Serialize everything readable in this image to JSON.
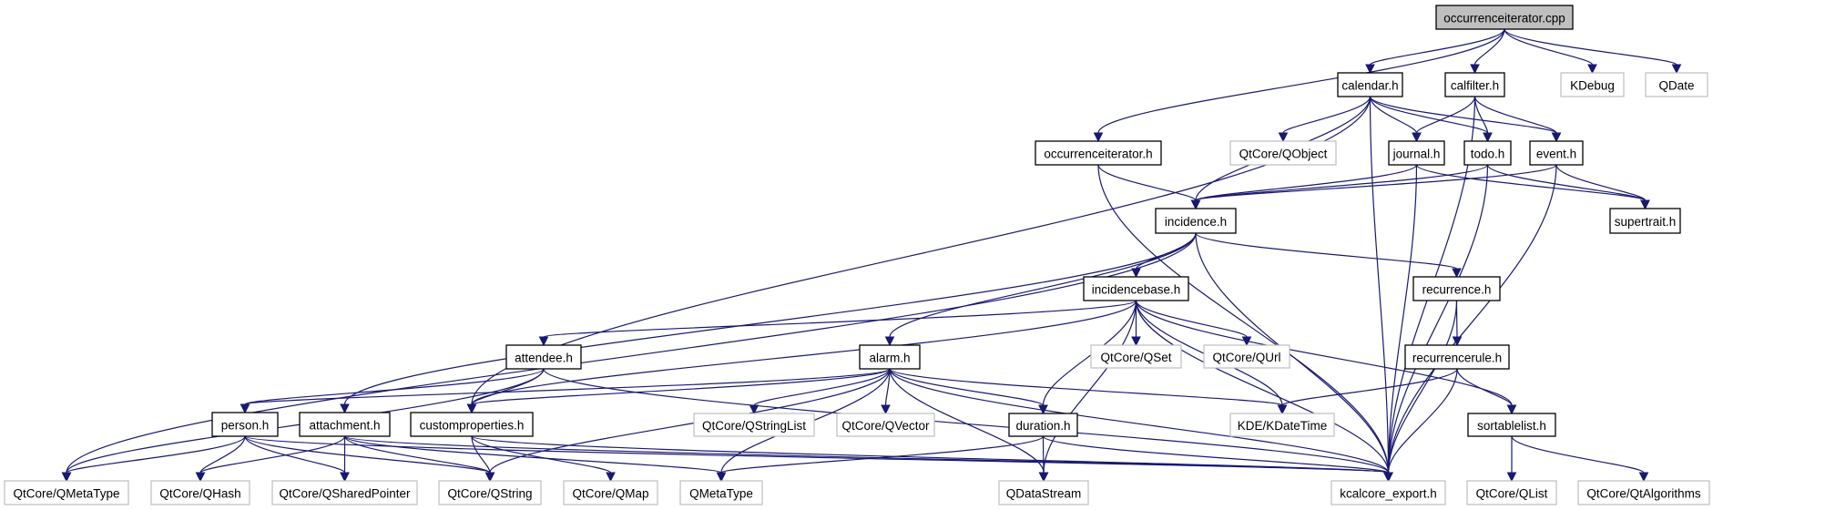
{
  "diagram": {
    "title": "occurrenceiterator.cpp include dependency graph",
    "colors": {
      "edge": "#191970",
      "root_fill": "#bfbfbf",
      "node_border": "#000000",
      "external_border": "#bfbfbf",
      "background": "#ffffff"
    },
    "nodes": [
      {
        "id": "occurrenceiterator_cpp",
        "label": "occurrenceiterator.cpp",
        "kind": "root"
      },
      {
        "id": "calendar_h",
        "label": "calendar.h",
        "kind": "internal"
      },
      {
        "id": "calfilter_h",
        "label": "calfilter.h",
        "kind": "internal"
      },
      {
        "id": "KDebug",
        "label": "KDebug",
        "kind": "external"
      },
      {
        "id": "QDate",
        "label": "QDate",
        "kind": "external"
      },
      {
        "id": "occurrenceiterator_h",
        "label": "occurrenceiterator.h",
        "kind": "internal"
      },
      {
        "id": "QObject",
        "label": "QtCore/QObject",
        "kind": "external"
      },
      {
        "id": "journal_h",
        "label": "journal.h",
        "kind": "internal"
      },
      {
        "id": "todo_h",
        "label": "todo.h",
        "kind": "internal"
      },
      {
        "id": "event_h",
        "label": "event.h",
        "kind": "internal"
      },
      {
        "id": "incidence_h",
        "label": "incidence.h",
        "kind": "internal"
      },
      {
        "id": "supertrait_h",
        "label": "supertrait.h",
        "kind": "internal"
      },
      {
        "id": "incidencebase_h",
        "label": "incidencebase.h",
        "kind": "internal"
      },
      {
        "id": "recurrence_h",
        "label": "recurrence.h",
        "kind": "internal"
      },
      {
        "id": "attendee_h",
        "label": "attendee.h",
        "kind": "internal"
      },
      {
        "id": "alarm_h",
        "label": "alarm.h",
        "kind": "internal"
      },
      {
        "id": "QSet",
        "label": "QtCore/QSet",
        "kind": "external"
      },
      {
        "id": "QUrl",
        "label": "QtCore/QUrl",
        "kind": "external"
      },
      {
        "id": "recurrencerule_h",
        "label": "recurrencerule.h",
        "kind": "internal"
      },
      {
        "id": "person_h",
        "label": "person.h",
        "kind": "internal"
      },
      {
        "id": "attachment_h",
        "label": "attachment.h",
        "kind": "internal"
      },
      {
        "id": "customproperties_h",
        "label": "customproperties.h",
        "kind": "internal"
      },
      {
        "id": "QStringList",
        "label": "QtCore/QStringList",
        "kind": "external"
      },
      {
        "id": "QVector",
        "label": "QtCore/QVector",
        "kind": "external"
      },
      {
        "id": "duration_h",
        "label": "duration.h",
        "kind": "internal"
      },
      {
        "id": "KDateTime",
        "label": "KDE/KDateTime",
        "kind": "external"
      },
      {
        "id": "sortablelist_h",
        "label": "sortablelist.h",
        "kind": "internal"
      },
      {
        "id": "QtMetaType",
        "label": "QtCore/QMetaType",
        "kind": "external"
      },
      {
        "id": "QHash",
        "label": "QtCore/QHash",
        "kind": "external"
      },
      {
        "id": "QSharedPointer",
        "label": "QtCore/QSharedPointer",
        "kind": "external"
      },
      {
        "id": "QString",
        "label": "QtCore/QString",
        "kind": "external"
      },
      {
        "id": "QMap",
        "label": "QtCore/QMap",
        "kind": "external"
      },
      {
        "id": "QMetaType",
        "label": "QMetaType",
        "kind": "external"
      },
      {
        "id": "QDataStream",
        "label": "QDataStream",
        "kind": "external"
      },
      {
        "id": "kcalcore_export_h",
        "label": "kcalcore_export.h",
        "kind": "external"
      },
      {
        "id": "QList",
        "label": "QtCore/QList",
        "kind": "external"
      },
      {
        "id": "QtAlgorithms",
        "label": "QtCore/QtAlgorithms",
        "kind": "external"
      }
    ],
    "edges": [
      [
        "occurrenceiterator_cpp",
        "calendar_h"
      ],
      [
        "occurrenceiterator_cpp",
        "calfilter_h"
      ],
      [
        "occurrenceiterator_cpp",
        "KDebug"
      ],
      [
        "occurrenceiterator_cpp",
        "QDate"
      ],
      [
        "occurrenceiterator_cpp",
        "occurrenceiterator_h"
      ],
      [
        "calendar_h",
        "customproperties_h"
      ],
      [
        "calendar_h",
        "incidence_h"
      ],
      [
        "calendar_h",
        "QObject"
      ],
      [
        "calendar_h",
        "journal_h"
      ],
      [
        "calendar_h",
        "todo_h"
      ],
      [
        "calendar_h",
        "event_h"
      ],
      [
        "calendar_h",
        "kcalcore_export_h"
      ],
      [
        "calfilter_h",
        "journal_h"
      ],
      [
        "calfilter_h",
        "todo_h"
      ],
      [
        "calfilter_h",
        "event_h"
      ],
      [
        "calfilter_h",
        "kcalcore_export_h"
      ],
      [
        "occurrenceiterator_h",
        "incidence_h"
      ],
      [
        "occurrenceiterator_h",
        "kcalcore_export_h"
      ],
      [
        "journal_h",
        "incidence_h"
      ],
      [
        "journal_h",
        "supertrait_h"
      ],
      [
        "journal_h",
        "kcalcore_export_h"
      ],
      [
        "todo_h",
        "incidence_h"
      ],
      [
        "todo_h",
        "supertrait_h"
      ],
      [
        "todo_h",
        "kcalcore_export_h"
      ],
      [
        "event_h",
        "incidence_h"
      ],
      [
        "event_h",
        "supertrait_h"
      ],
      [
        "event_h",
        "kcalcore_export_h"
      ],
      [
        "incidence_h",
        "incidencebase_h"
      ],
      [
        "incidence_h",
        "alarm_h"
      ],
      [
        "incidence_h",
        "attachment_h"
      ],
      [
        "incidence_h",
        "recurrence_h"
      ],
      [
        "incidence_h",
        "QtMetaType"
      ],
      [
        "incidence_h",
        "kcalcore_export_h"
      ],
      [
        "incidencebase_h",
        "attendee_h"
      ],
      [
        "incidencebase_h",
        "customproperties_h"
      ],
      [
        "incidencebase_h",
        "duration_h"
      ],
      [
        "incidencebase_h",
        "QSet"
      ],
      [
        "incidencebase_h",
        "QUrl"
      ],
      [
        "incidencebase_h",
        "KDateTime"
      ],
      [
        "incidencebase_h",
        "sortablelist_h"
      ],
      [
        "incidencebase_h",
        "QDataStream"
      ],
      [
        "incidencebase_h",
        "kcalcore_export_h"
      ],
      [
        "recurrence_h",
        "recurrencerule_h"
      ],
      [
        "recurrence_h",
        "kcalcore_export_h"
      ],
      [
        "recurrencerule_h",
        "KDateTime"
      ],
      [
        "recurrencerule_h",
        "sortablelist_h"
      ],
      [
        "recurrencerule_h",
        "kcalcore_export_h"
      ],
      [
        "attendee_h",
        "person_h"
      ],
      [
        "attendee_h",
        "customproperties_h"
      ],
      [
        "attendee_h",
        "QtMetaType"
      ],
      [
        "attendee_h",
        "kcalcore_export_h"
      ],
      [
        "alarm_h",
        "person_h"
      ],
      [
        "alarm_h",
        "customproperties_h"
      ],
      [
        "alarm_h",
        "duration_h"
      ],
      [
        "alarm_h",
        "QStringList"
      ],
      [
        "alarm_h",
        "QVector"
      ],
      [
        "alarm_h",
        "QString"
      ],
      [
        "alarm_h",
        "QMetaType"
      ],
      [
        "alarm_h",
        "QDataStream"
      ],
      [
        "alarm_h",
        "KDateTime"
      ],
      [
        "alarm_h",
        "kcalcore_export_h"
      ],
      [
        "person_h",
        "QtMetaType"
      ],
      [
        "person_h",
        "QHash"
      ],
      [
        "person_h",
        "QSharedPointer"
      ],
      [
        "person_h",
        "QString"
      ],
      [
        "person_h",
        "kcalcore_export_h"
      ],
      [
        "attachment_h",
        "QHash"
      ],
      [
        "attachment_h",
        "QSharedPointer"
      ],
      [
        "attachment_h",
        "QString"
      ],
      [
        "attachment_h",
        "QMetaType"
      ],
      [
        "attachment_h",
        "kcalcore_export_h"
      ],
      [
        "customproperties_h",
        "QString"
      ],
      [
        "customproperties_h",
        "QMap"
      ],
      [
        "customproperties_h",
        "kcalcore_export_h"
      ],
      [
        "duration_h",
        "QMetaType"
      ],
      [
        "duration_h",
        "QDataStream"
      ],
      [
        "duration_h",
        "kcalcore_export_h"
      ],
      [
        "sortablelist_h",
        "QList"
      ],
      [
        "sortablelist_h",
        "QtAlgorithms"
      ]
    ]
  }
}
